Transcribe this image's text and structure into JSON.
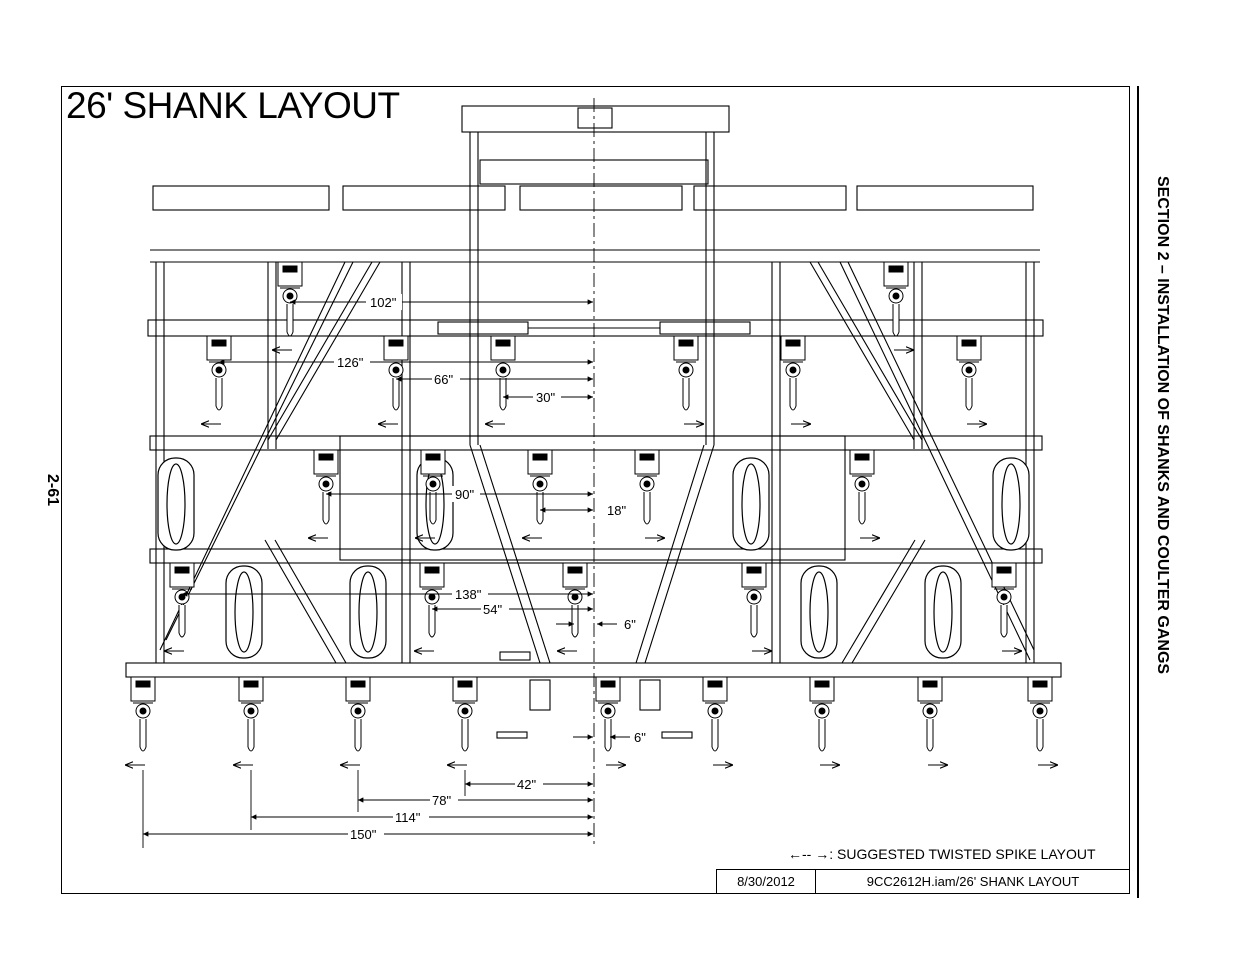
{
  "title": "26' SHANK LAYOUT",
  "page_number": "2-61",
  "section_title": "SECTION 2 – INSTALLATION OF SHANKS AND COULTER GANGS",
  "legend": {
    "symbol": "←-- →",
    "text": ": SUGGESTED TWISTED SPIKE LAYOUT"
  },
  "title_block": {
    "date": "8/30/2012",
    "file": "9CC2612H.iam/26' SHANK LAYOUT"
  },
  "dimensions": {
    "d102": "102\"",
    "d126": "126\"",
    "d66": "66\"",
    "d30": "30\"",
    "d90": "90\"",
    "d18": "18\"",
    "d138": "138\"",
    "d54": "54\"",
    "d6a": "6\"",
    "d6b": "6\"",
    "d42": "42\"",
    "d78": "78\"",
    "d114": "114\"",
    "d150": "150\""
  },
  "icons": {
    "shank": "shank-assembly-icon",
    "wheel": "gauge-wheel-icon",
    "arrow": "spike-direction-arrow-icon"
  }
}
